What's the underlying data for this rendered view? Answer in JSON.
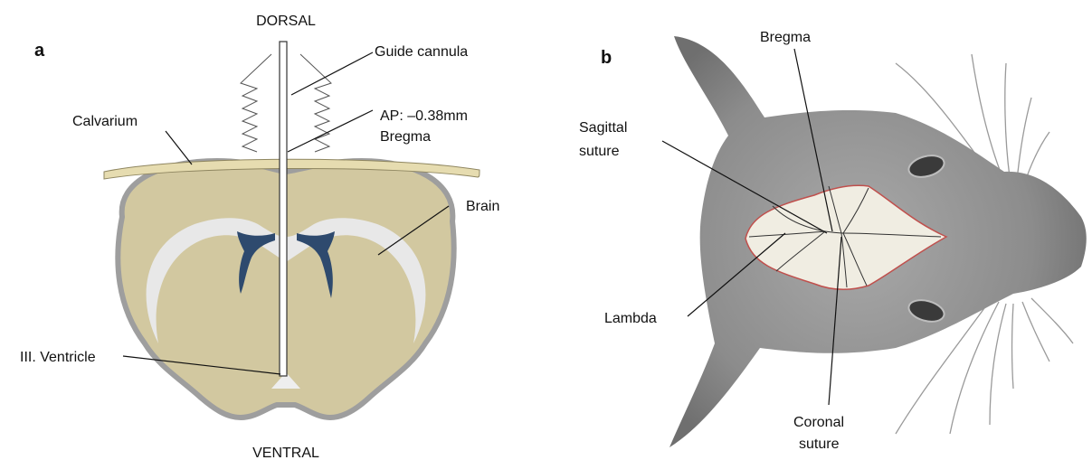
{
  "panels": {
    "a": {
      "letter": "a",
      "dorsal": "DORSAL",
      "ventral": "VENTRAL",
      "guide_cannula": "Guide cannula",
      "ap_line1": "AP: –0.38mm",
      "ap_line2": "Bregma",
      "calvarium": "Calvarium",
      "brain": "Brain",
      "ventricle": "III. Ventricle"
    },
    "b": {
      "letter": "b",
      "bregma": "Bregma",
      "sagittal_line1": "Sagittal",
      "sagittal_line2": "suture",
      "lambda": "Lambda",
      "coronal_line1": "Coronal",
      "coronal_line2": "suture"
    }
  },
  "colors": {
    "brain_fill": "#d2c8a0",
    "brain_outline": "#9e9e9e",
    "calvarium_fill": "#e6dcb0",
    "white_matter": "#e8e8e8",
    "ventricles": "#2e4a6e",
    "rat_body": "#8a8a8a",
    "skull_fill": "#f0ede2",
    "skull_outline": "#c0504d"
  }
}
